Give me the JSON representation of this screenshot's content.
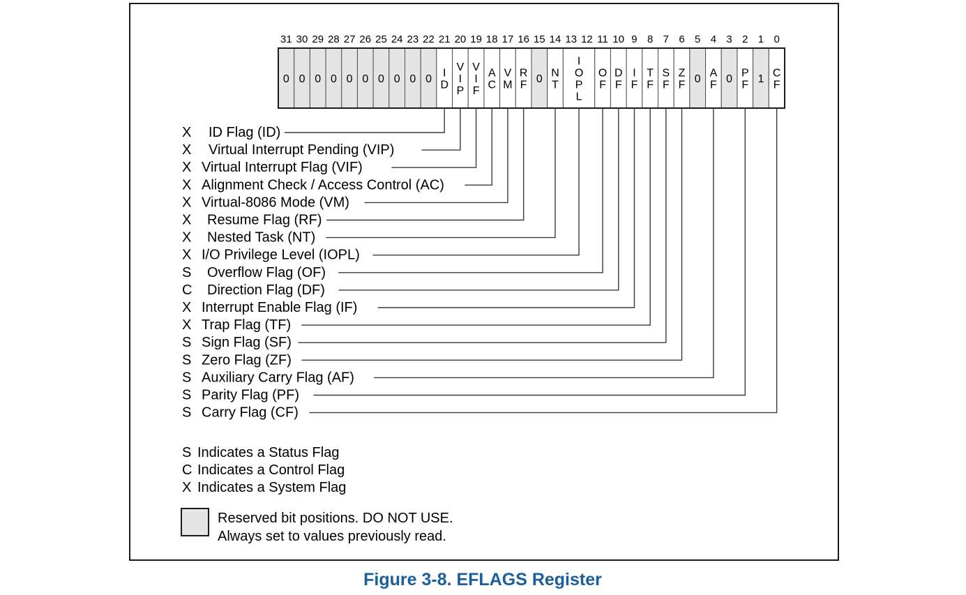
{
  "figure": {
    "caption": "Figure 3-8.  EFLAGS Register",
    "caption_color": "#1b5e9e",
    "reserved_fill": "#e5e5e5",
    "cell_fill": "#ffffff",
    "border_color": "#1a1a1a"
  },
  "bitfield": {
    "bit_numbers": [
      "31",
      "30",
      "29",
      "28",
      "27",
      "26",
      "25",
      "24",
      "23",
      "22",
      "21",
      "20",
      "19",
      "18",
      "17",
      "16",
      "15",
      "14",
      "13",
      "12",
      "11",
      "10",
      "9",
      "8",
      "7",
      "6",
      "5",
      "4",
      "3",
      "2",
      "1",
      "0"
    ],
    "cells": [
      {
        "bits": [
          31
        ],
        "text": "0",
        "reserved": true,
        "stacked": false
      },
      {
        "bits": [
          30
        ],
        "text": "0",
        "reserved": true,
        "stacked": false
      },
      {
        "bits": [
          29
        ],
        "text": "0",
        "reserved": true,
        "stacked": false
      },
      {
        "bits": [
          28
        ],
        "text": "0",
        "reserved": true,
        "stacked": false
      },
      {
        "bits": [
          27
        ],
        "text": "0",
        "reserved": true,
        "stacked": false
      },
      {
        "bits": [
          26
        ],
        "text": "0",
        "reserved": true,
        "stacked": false
      },
      {
        "bits": [
          25
        ],
        "text": "0",
        "reserved": true,
        "stacked": false
      },
      {
        "bits": [
          24
        ],
        "text": "0",
        "reserved": true,
        "stacked": false
      },
      {
        "bits": [
          23
        ],
        "text": "0",
        "reserved": true,
        "stacked": false
      },
      {
        "bits": [
          22
        ],
        "text": "0",
        "reserved": true,
        "stacked": false
      },
      {
        "bits": [
          21
        ],
        "text": "ID",
        "reserved": false,
        "stacked": true
      },
      {
        "bits": [
          20
        ],
        "text": "VIP",
        "reserved": false,
        "stacked": true
      },
      {
        "bits": [
          19
        ],
        "text": "VIF",
        "reserved": false,
        "stacked": true
      },
      {
        "bits": [
          18
        ],
        "text": "AC",
        "reserved": false,
        "stacked": true
      },
      {
        "bits": [
          17
        ],
        "text": "VM",
        "reserved": false,
        "stacked": true
      },
      {
        "bits": [
          16
        ],
        "text": "RF",
        "reserved": false,
        "stacked": true
      },
      {
        "bits": [
          15
        ],
        "text": "0",
        "reserved": true,
        "stacked": false
      },
      {
        "bits": [
          14
        ],
        "text": "NT",
        "reserved": false,
        "stacked": true
      },
      {
        "bits": [
          13,
          12
        ],
        "text": "IOPL",
        "reserved": false,
        "stacked": true
      },
      {
        "bits": [
          11
        ],
        "text": "OF",
        "reserved": false,
        "stacked": true
      },
      {
        "bits": [
          10
        ],
        "text": "DF",
        "reserved": false,
        "stacked": true
      },
      {
        "bits": [
          9
        ],
        "text": "IF",
        "reserved": false,
        "stacked": true
      },
      {
        "bits": [
          8
        ],
        "text": "TF",
        "reserved": false,
        "stacked": true
      },
      {
        "bits": [
          7
        ],
        "text": "SF",
        "reserved": false,
        "stacked": true
      },
      {
        "bits": [
          6
        ],
        "text": "ZF",
        "reserved": false,
        "stacked": true
      },
      {
        "bits": [
          5
        ],
        "text": "0",
        "reserved": true,
        "stacked": false
      },
      {
        "bits": [
          4
        ],
        "text": "AF",
        "reserved": false,
        "stacked": true
      },
      {
        "bits": [
          3
        ],
        "text": "0",
        "reserved": true,
        "stacked": false
      },
      {
        "bits": [
          2
        ],
        "text": "PF",
        "reserved": false,
        "stacked": true
      },
      {
        "bits": [
          1
        ],
        "text": "1",
        "reserved": true,
        "stacked": false
      },
      {
        "bits": [
          0
        ],
        "text": "CF",
        "reserved": false,
        "stacked": true
      }
    ]
  },
  "flags": [
    {
      "prefix": "X",
      "label": "ID Flag (ID)",
      "cell_index": 10,
      "label_indent": 18
    },
    {
      "prefix": "X",
      "label": "Virtual Interrupt Pending (VIP)",
      "cell_index": 11,
      "label_indent": 18
    },
    {
      "prefix": "X",
      "label": "Virtual Interrupt Flag (VIF)",
      "cell_index": 12,
      "label_indent": 8
    },
    {
      "prefix": "X",
      "label": "Alignment Check / Access Control (AC)",
      "cell_index": 13,
      "label_indent": 8
    },
    {
      "prefix": "X",
      "label": "Virtual-8086 Mode (VM)",
      "cell_index": 14,
      "label_indent": 8
    },
    {
      "prefix": "X",
      "label": "Resume Flag (RF)",
      "cell_index": 15,
      "label_indent": 16
    },
    {
      "prefix": "X",
      "label": "Nested Task (NT)",
      "cell_index": 17,
      "label_indent": 16
    },
    {
      "prefix": "X",
      "label": "I/O Privilege Level (IOPL)",
      "cell_index": 18,
      "label_indent": 8
    },
    {
      "prefix": "S",
      "label": "Overflow Flag (OF)",
      "cell_index": 19,
      "label_indent": 16
    },
    {
      "prefix": "C",
      "label": "Direction Flag (DF)",
      "cell_index": 20,
      "label_indent": 16
    },
    {
      "prefix": "X",
      "label": "Interrupt Enable Flag (IF)",
      "cell_index": 21,
      "label_indent": 8
    },
    {
      "prefix": "X",
      "label": "Trap Flag (TF)",
      "cell_index": 22,
      "label_indent": 8
    },
    {
      "prefix": "S",
      "label": "Sign Flag (SF)",
      "cell_index": 23,
      "label_indent": 8
    },
    {
      "prefix": "S",
      "label": "Zero Flag (ZF)",
      "cell_index": 24,
      "label_indent": 8
    },
    {
      "prefix": "S",
      "label": "Auxiliary Carry Flag (AF)",
      "cell_index": 26,
      "label_indent": 8
    },
    {
      "prefix": "S",
      "label": "Parity Flag (PF)",
      "cell_index": 28,
      "label_indent": 8
    },
    {
      "prefix": "S",
      "label": "Carry Flag (CF)",
      "cell_index": 30,
      "label_indent": 8
    }
  ],
  "legend": {
    "entries": [
      {
        "prefix": "S",
        "text": "Indicates a Status Flag"
      },
      {
        "prefix": "C",
        "text": "Indicates a Control Flag"
      },
      {
        "prefix": "X",
        "text": "Indicates a System Flag"
      }
    ],
    "reserved_note_line1": "Reserved bit positions. DO NOT USE.",
    "reserved_note_line2": "Always set to values previously read."
  }
}
